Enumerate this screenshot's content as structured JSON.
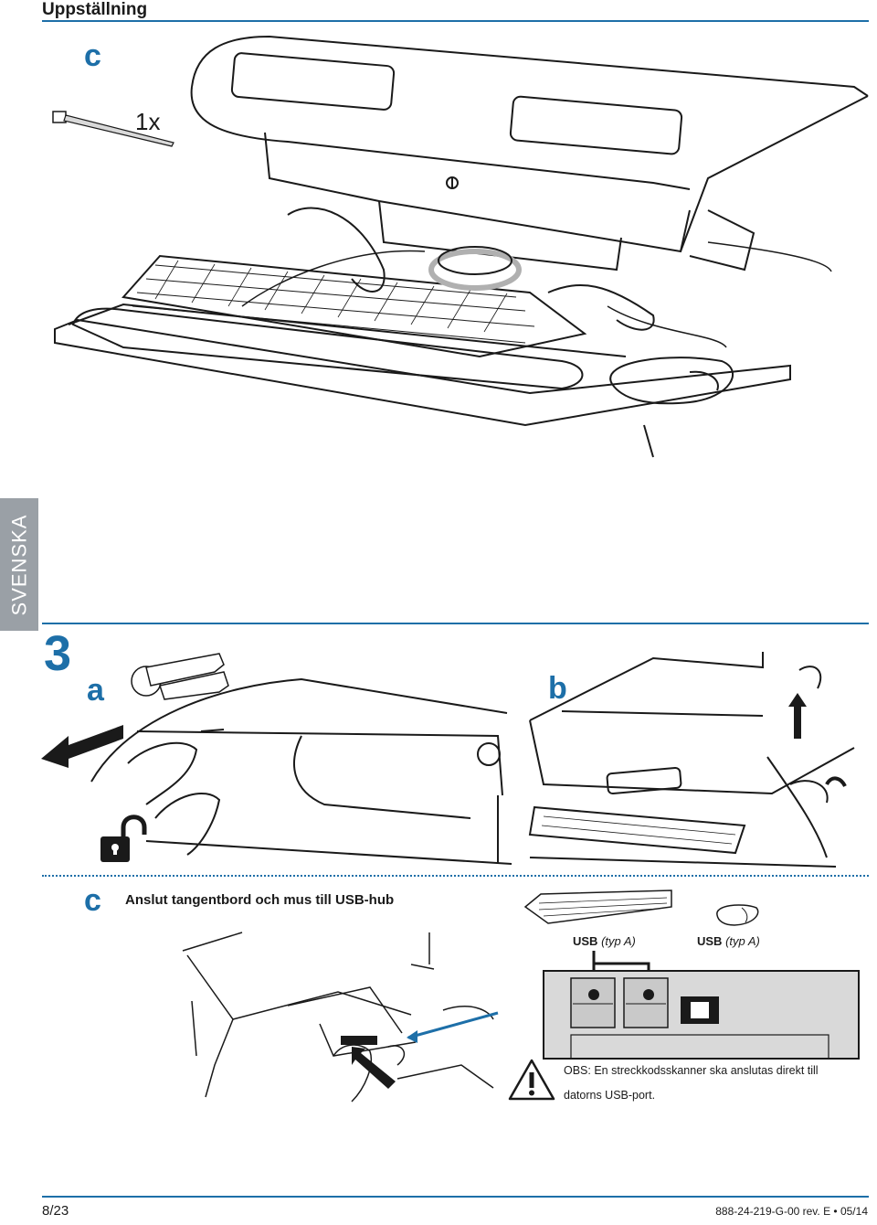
{
  "header": {
    "title": "Uppställning"
  },
  "top": {
    "letter": "c",
    "quantity": "1x"
  },
  "side_tab": {
    "label": "SVENSKA"
  },
  "step": {
    "number": "3",
    "panel_a": "a",
    "panel_b": "b"
  },
  "section_c": {
    "letter": "c",
    "caption": "Anslut tangentbord och mus till USB-hub",
    "usb1_bold": "USB",
    "usb1_type": "(typ A)",
    "usb2_bold": "USB",
    "usb2_type": "(typ A)",
    "note": "OBS: En streckkodsskanner ska anslutas direkt till datorns USB-port."
  },
  "footer": {
    "page": "8/23",
    "doc_id": "888-24-219-G-00 rev. E • 05/14"
  },
  "colors": {
    "accent": "#1d6fa8",
    "tab_gray": "#9aa0a6"
  },
  "icons": [
    "cable-tie-icon",
    "lock-open-icon",
    "key-icon",
    "warning-icon",
    "usb-b-port-icon",
    "arrow-icon"
  ]
}
